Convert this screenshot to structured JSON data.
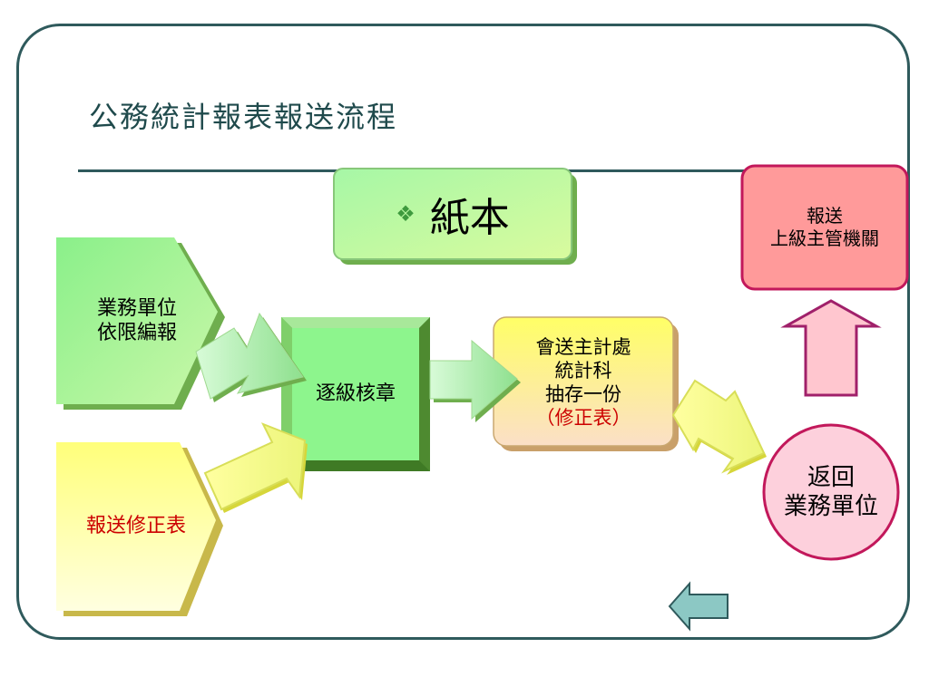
{
  "title": "公務統計報表報送流程",
  "paper": {
    "bullet": "❖",
    "label": "紙本"
  },
  "nodes": {
    "business_unit": [
      "業務單位",
      "依限編報"
    ],
    "revised_report": "報送修正表",
    "review": "逐級核章",
    "stats_office": [
      "會送主計處",
      "統計科",
      "抽存一份"
    ],
    "stats_office_note": "（修正表）",
    "superior": [
      "報送",
      "上級主管機關"
    ],
    "return": [
      "返回",
      "業務單位"
    ]
  },
  "colors": {
    "frame": "#2f5a5c",
    "green_box": "#8ff08f",
    "yellow_box": "#fffda0",
    "pink_box": "#ff9a9a",
    "circle": "#fdd0dc",
    "back_arrow": "#8cc8c4"
  },
  "icons": {
    "back": "left-arrow-icon"
  }
}
